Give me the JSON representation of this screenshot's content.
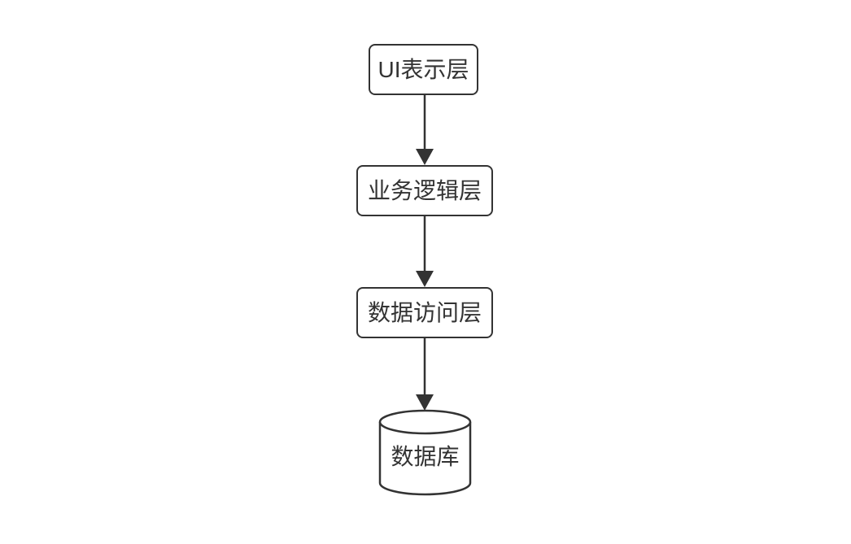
{
  "diagram": {
    "background": "#ffffff",
    "stroke_color": "#333333",
    "text_color": "#333333",
    "nodes": [
      {
        "label": "UI表示层",
        "shape": "rounded-rectangle"
      },
      {
        "label": "业务逻辑层",
        "shape": "rounded-rectangle"
      },
      {
        "label": "数据访问层",
        "shape": "rounded-rectangle"
      },
      {
        "label": "数据库",
        "shape": "cylinder"
      }
    ],
    "edges": [
      {
        "from": "UI表示层",
        "to": "业务逻辑层",
        "type": "arrow-down"
      },
      {
        "from": "业务逻辑层",
        "to": "数据访问层",
        "type": "arrow-down"
      },
      {
        "from": "数据访问层",
        "to": "数据库",
        "type": "arrow-down"
      }
    ]
  }
}
